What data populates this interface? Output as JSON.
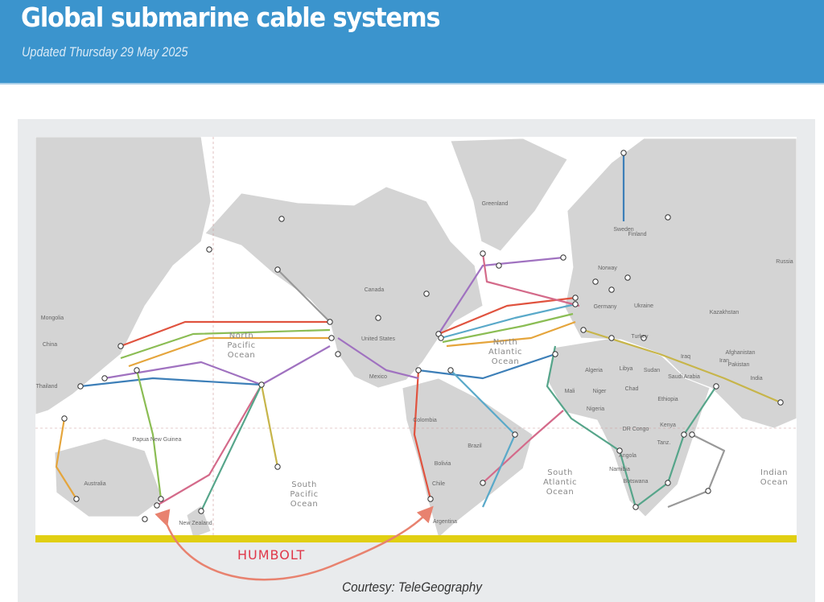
{
  "header": {
    "title": "Global submarine cable systems",
    "subtitle": "Updated Thursday 29 May 2025"
  },
  "map": {
    "countries": [
      "Greenland",
      "Finland",
      "Sweden",
      "Norway",
      "Russia",
      "Kazakhstan",
      "Mongolia",
      "China",
      "Canada",
      "United States",
      "Mexico",
      "Colombia",
      "Brazil",
      "Bolivia",
      "Chile",
      "Argentina",
      "Algeria",
      "Mali",
      "Niger",
      "Chad",
      "Sudan",
      "Libya",
      "Nigeria",
      "Ethiopia",
      "DR Congo",
      "Kenya",
      "Tanz.",
      "Angola",
      "Namibia",
      "Botswana",
      "Saudi Arabia",
      "Iran",
      "Iraq",
      "Afghanistan",
      "Pakistan",
      "India",
      "Turkey",
      "Ukraine",
      "Germany",
      "Thailand",
      "Australia",
      "New Zealand",
      "Papua New Guinea"
    ],
    "oceans": [
      [
        "North",
        "Pacific",
        "Ocean"
      ],
      [
        "North",
        "Atlantic",
        "Ocean"
      ],
      [
        "South",
        "Pacific",
        "Ocean"
      ],
      [
        "South",
        "Atlantic",
        "Ocean"
      ],
      [
        "Indian",
        "Ocean"
      ]
    ]
  },
  "annotation": {
    "label": "HUMBOLT"
  },
  "caption": "Courtesy: TeleGeography",
  "colors": {
    "header": "#3b94cd",
    "highlight_bar": "#e1cf12",
    "annotation": "#e8826f"
  }
}
